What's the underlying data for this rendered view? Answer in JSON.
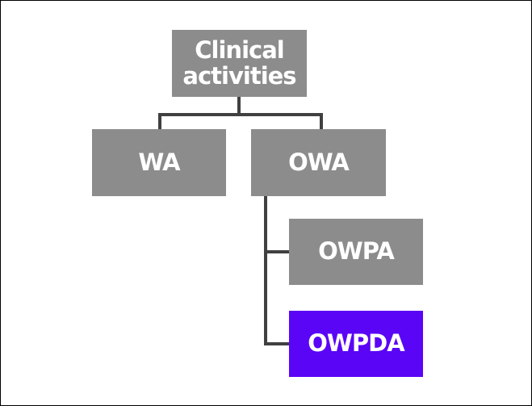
{
  "diagram": {
    "nodes": {
      "root": {
        "label": "Clinical\nactivities"
      },
      "wa": {
        "label": "WA"
      },
      "owa": {
        "label": "OWA"
      },
      "owpa": {
        "label": "OWPA"
      },
      "owpda": {
        "label": "OWPDA"
      }
    },
    "edges": [
      {
        "from": "root",
        "to": "wa"
      },
      {
        "from": "root",
        "to": "owa"
      },
      {
        "from": "owa",
        "to": "owpa"
      },
      {
        "from": "owa",
        "to": "owpda"
      }
    ],
    "colors": {
      "node_fill": "#8c8c8c",
      "highlight_fill": "#5a05f5",
      "connector": "#404040",
      "text": "#ffffff",
      "border": "#000000"
    },
    "highlighted_node": "owpda"
  }
}
